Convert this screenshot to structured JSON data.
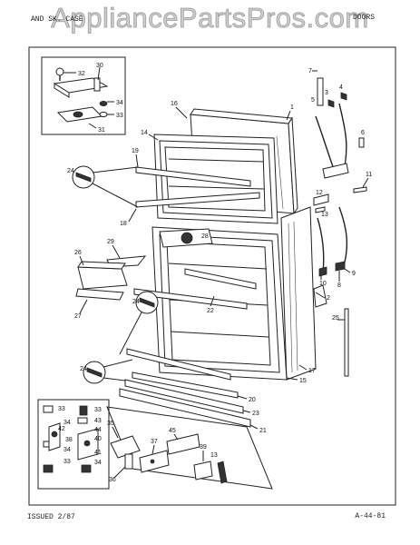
{
  "watermark": "AppliancePartsPros.com",
  "header": {
    "left": "AND SK. CASE",
    "right": "DOORS"
  },
  "footer": {
    "left": "ISSUED 2/87",
    "right": "A-44-81"
  },
  "callouts": {
    "c1": "1",
    "c2": "2",
    "c3": "3",
    "c4": "4",
    "c5": "5",
    "c6": "6",
    "c7": "7",
    "c8": "8",
    "c9": "9",
    "c10": "10",
    "c11": "11",
    "c12": "12",
    "c13": "13",
    "c14": "14",
    "c15": "15",
    "c16": "16",
    "c17": "17",
    "c18": "18",
    "c19": "19",
    "c20": "20",
    "c21": "21",
    "c22": "22",
    "c23": "23",
    "c24": "24",
    "c25": "25",
    "c26": "26",
    "c27": "27",
    "c28": "28",
    "c29": "29",
    "c30": "30",
    "c31": "31",
    "c32": "32",
    "c33": "33",
    "c34": "34",
    "c35": "35",
    "c36": "36",
    "c37": "37",
    "c38": "38",
    "c39": "39",
    "c40": "40",
    "c41": "41",
    "c42": "42",
    "c43": "43",
    "c44": "44",
    "c45": "45"
  }
}
